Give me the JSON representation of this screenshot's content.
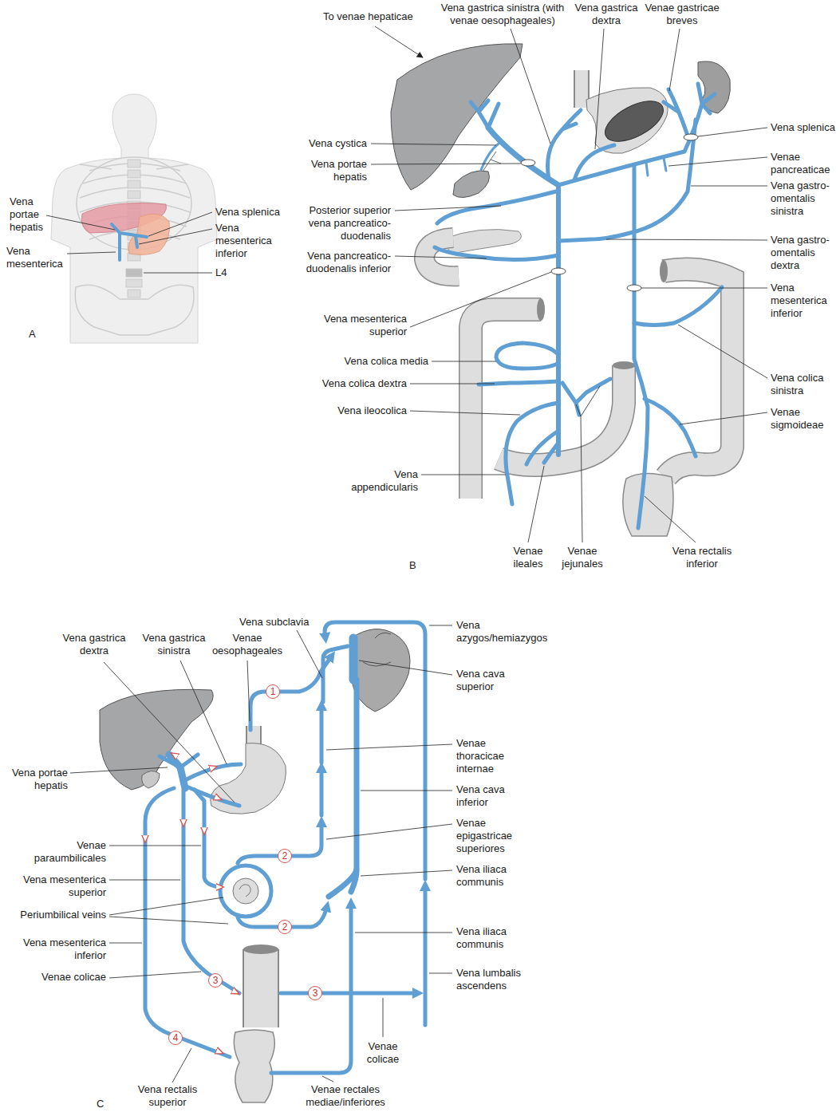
{
  "diagram": {
    "labels": [
      "Vena portae hepatis",
      "Vena mesenterica",
      "Vena splenica",
      "Vena mesenterica inferior",
      "L4",
      "A",
      "To venae hepaticae",
      "Vena gastrica sinistra (with venae oesophageales)",
      "Vena gastrica dextra",
      "Venae gastricae breves",
      "Vena cystica",
      "Vena portae hepatis",
      "Posterior superior vena pancreatico-duodenalis",
      "Vena pancreatico-duodenalis inferior",
      "Vena mesenterica superior",
      "Vena colica media",
      "Vena colica dextra",
      "Vena ileocolica",
      "Vena appendicularis",
      "Venae ileales",
      "Venae jejunales",
      "Vena rectalis inferior",
      "B",
      "Vena splenica",
      "Venae pancreaticae",
      "Vena gastro-omentalis sinistra",
      "Vena gastro-omentalis dextra",
      "Vena mesenterica inferior",
      "Vena colica sinistra",
      "Venae sigmoideae",
      "Vena subclavia",
      "Vena gastrica dextra",
      "Vena gastrica sinistra",
      "Venae oesophageales",
      "Vena azygos/hemiazygos",
      "Vena cava superior",
      "Venae thoracicae internae",
      "Vena portae hepatis",
      "Vena cava inferior",
      "Venae epigastricae superiores",
      "Venae paraumbilicales",
      "Vena mesenterica superior",
      "Vena iliaca communis",
      "Periumbilical veins",
      "Vena iliaca communis",
      "Vena mesenterica inferior",
      "Vena lumbalis ascendens",
      "Venae colicae",
      "Venae colicae",
      "Vena rectalis superior",
      "Venae rectales mediae/inferiores",
      "C",
      "1",
      "2",
      "2",
      "3",
      "3",
      "4"
    ]
  }
}
